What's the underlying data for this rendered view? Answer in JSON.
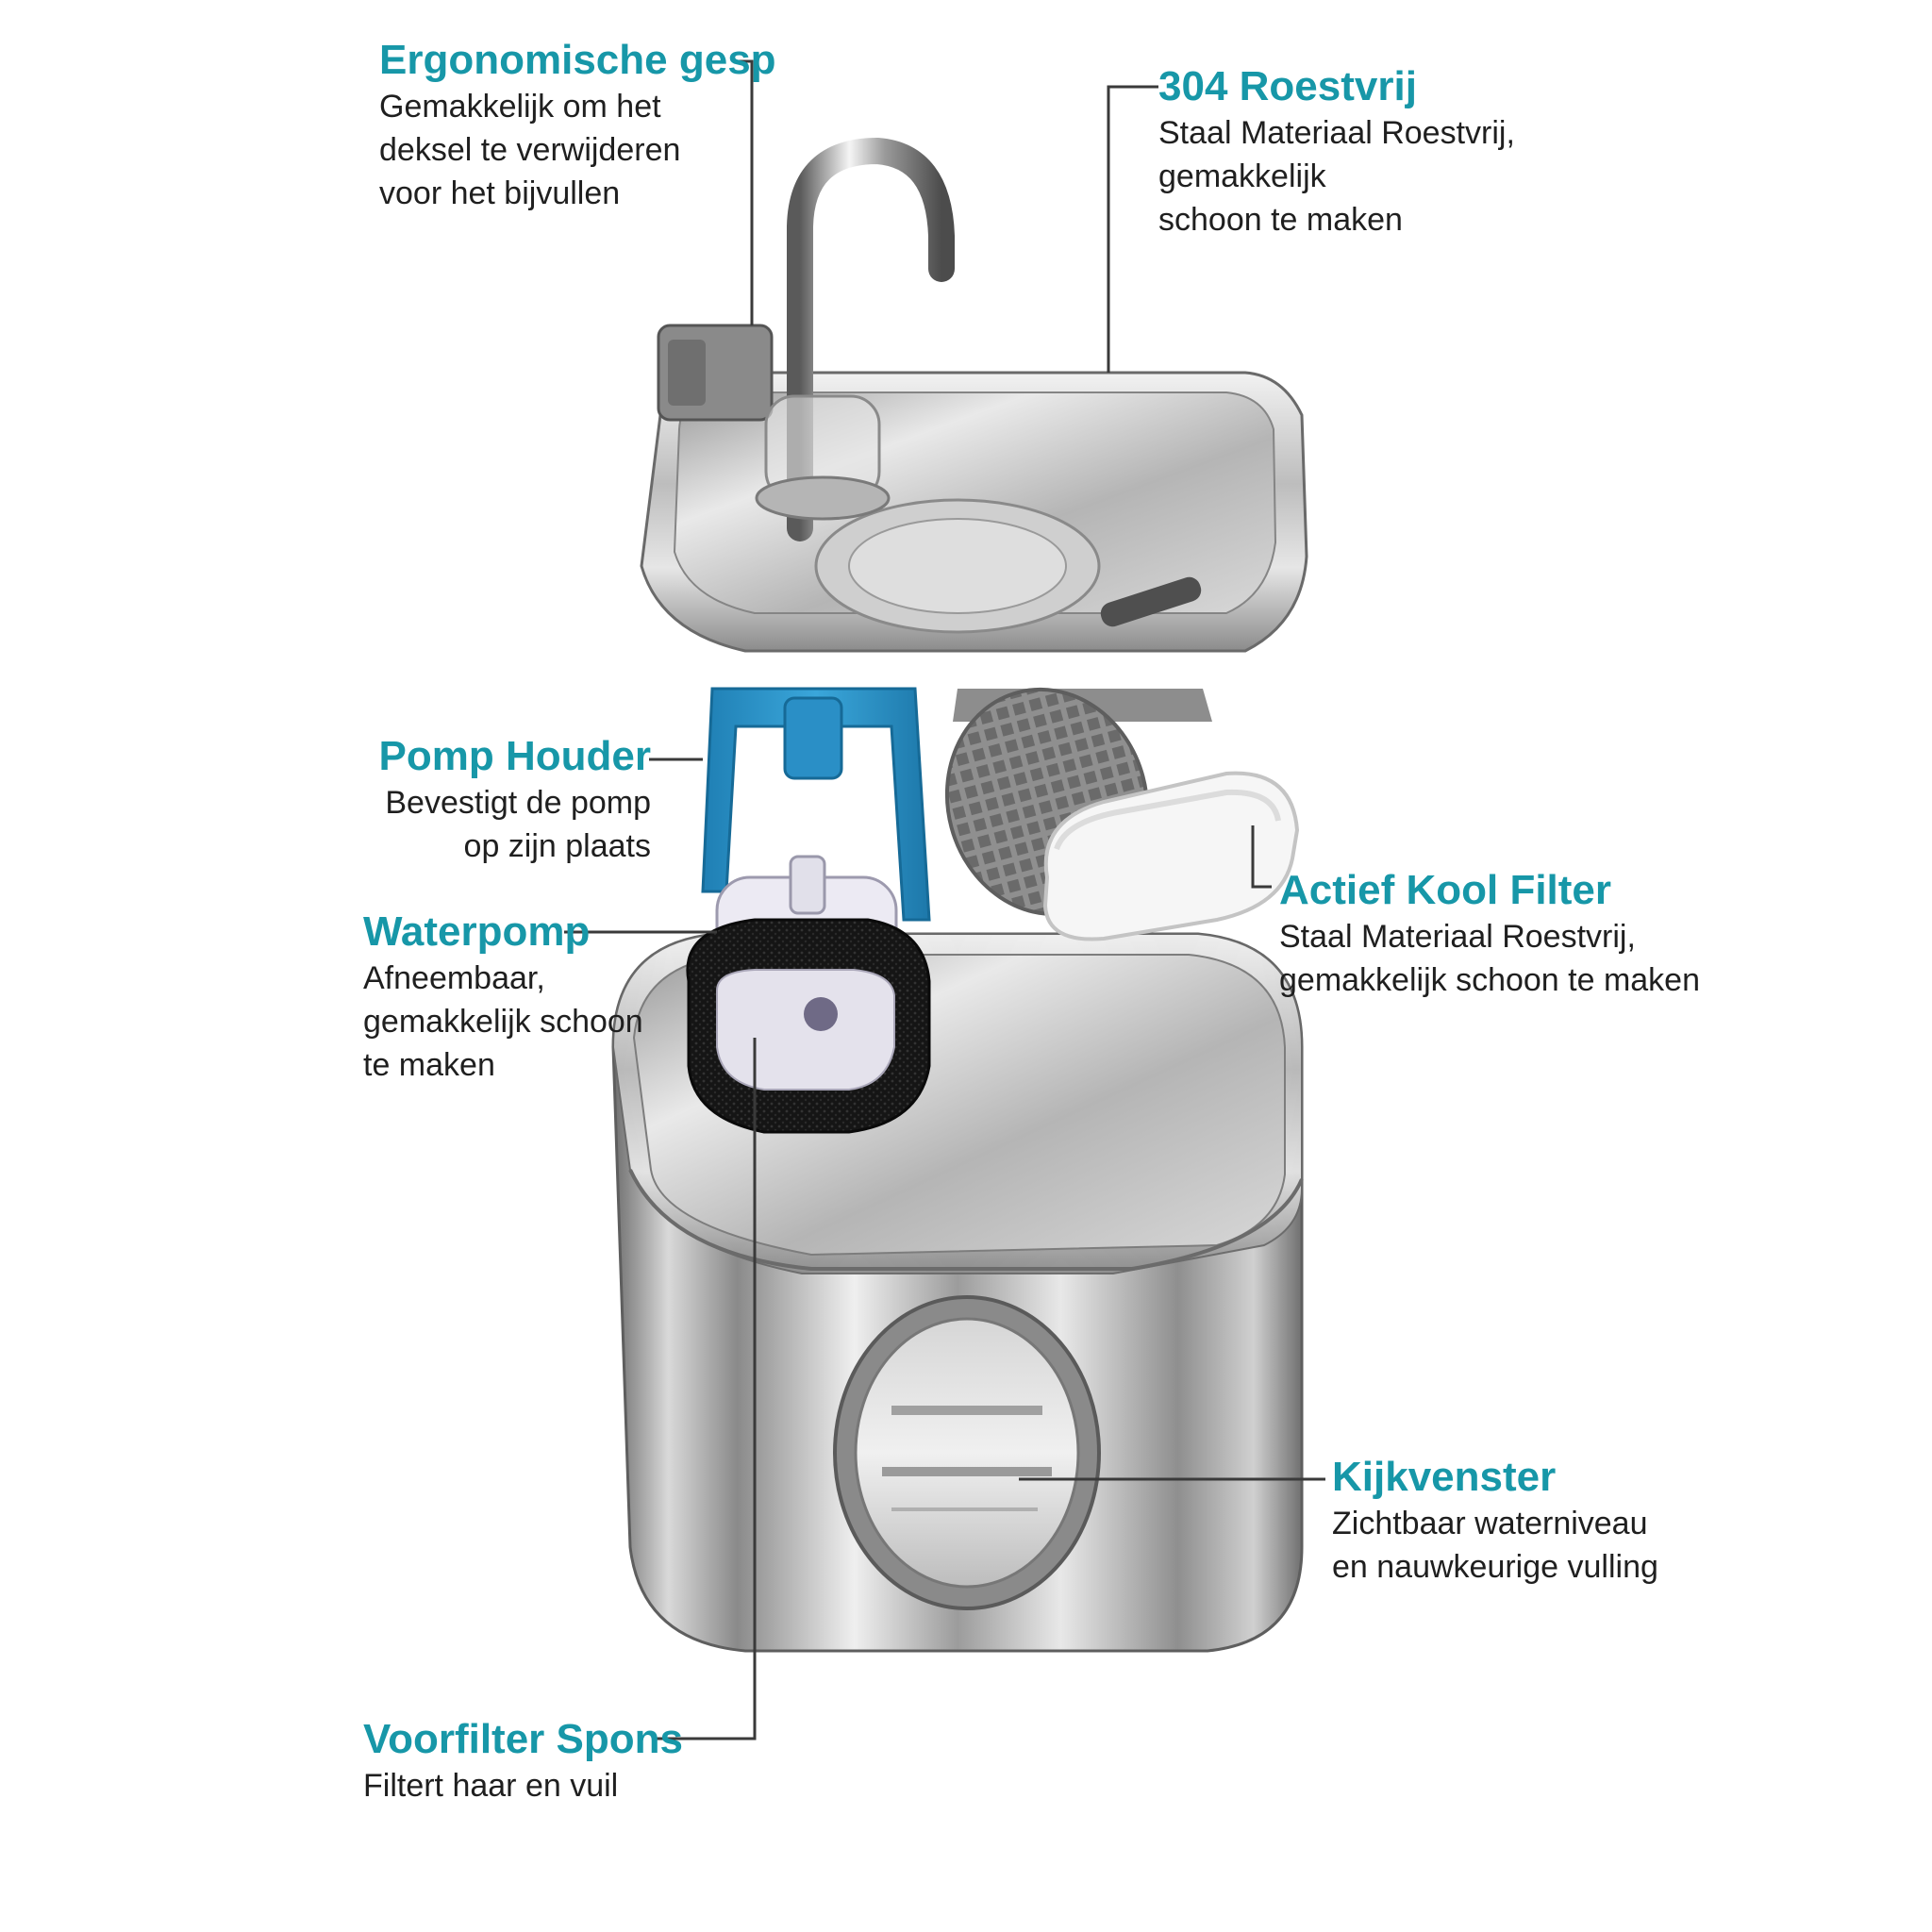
{
  "colors": {
    "title_teal": "#1797a8",
    "pump_holder_blue": "#2a8fc6",
    "leader_line": "#3a3a3a"
  },
  "callouts": {
    "buckle": {
      "title": "Ergonomische gesp",
      "desc": "Gemakkelijk om het\ndeksel te verwijderen\nvoor het bijvullen"
    },
    "steel": {
      "title": "304 Roestvrij",
      "desc": "Staal Materiaal Roestvrij, gemakkelijk\nschoon te maken"
    },
    "pump_holder": {
      "title": "Pomp Houder",
      "desc": "Bevestigt de pomp\nop zijn plaats"
    },
    "carbon_filter": {
      "title": "Actief Kool Filter",
      "desc": "Staal Materiaal Roestvrij,\ngemakkelijk schoon te maken"
    },
    "water_pump": {
      "title": "Waterpomp",
      "desc": "Afneembaar,\ngemakkelijk schoon\nte maken"
    },
    "window": {
      "title": "Kijkvenster",
      "desc": "Zichtbaar waterniveau\nen nauwkeurige vulling"
    },
    "sponge": {
      "title": "Voorfilter Spons",
      "desc": "Filtert haar en vuil"
    }
  }
}
